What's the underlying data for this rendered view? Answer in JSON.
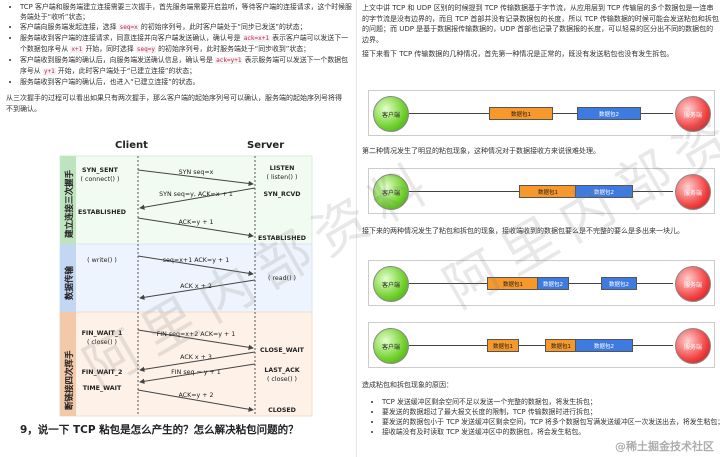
{
  "left": {
    "bullets": [
      {
        "pre": "TCP 客户端和服务端建立连接需要三次握手，首先服务端需要开启监听，等待客户端的连接请求，这个时候服务端处于“收听”状态；"
      },
      {
        "pre": "客户端向服务端发起连接，选择 ",
        "code1": "seq=x",
        "post": " 的初始序列号，此时客户端处于“同步已发送”的状态；"
      },
      {
        "pre": "服务端收到客户端的连接请求，同意连接并向客户端发送确认，确认号是 ",
        "code1": "ack=x+1",
        "mid": " 表示客户端可以发送下一个数据包序号从 ",
        "code2": "x+1",
        "mid2": " 开始，同时选择 ",
        "code3": "seq=y",
        "post": " 的初始序列号，此时服务端处于“同步收到”状态；"
      },
      {
        "pre": "客户端收到服务端的确认后，向服务端发送确认信息，确认号是 ",
        "code1": "ack=y+1",
        "mid": " 表示服务端可以发送下一个数据包序号从 ",
        "code2": "y+1",
        "post": " 开始，此时客户端处于“已建立连接”的状态；"
      },
      {
        "pre": "服务端收到客户端的确认后，也进入“已建立连接”的状态。"
      }
    ],
    "para": "从三次握手的过程可以看出如果只有两次握手，那么客户端的起始序列号可以确认，服务端的起始序列号将得不到确认。",
    "diagram": {
      "client": "Client",
      "server": "Server",
      "phases": [
        "建立连接三次握手",
        "数据传输",
        "断链接四次挥手"
      ],
      "left_states": [
        "SYN_SENT",
        "( connect() )",
        "ESTABLISHED",
        "( write() )",
        "FIN_WAIT_1",
        "( close() )",
        "FIN_WAIT_2",
        "TIME_WAIT"
      ],
      "right_states": [
        "LISTEN",
        "( listen() )",
        "SYN_RCVD",
        "ESTABLISHED",
        "( read() )",
        "CLOSE_WAIT",
        "LAST_ACK",
        "( close() )",
        "CLOSED"
      ],
      "messages": [
        "SYN seq=x",
        "SYN seq=y, ACK=x + 1",
        "ACK=y + 1",
        "seq=x+1 ACK=y + 1",
        "ACK x + 2",
        "FIN seq=x+2 ACK=y + 1",
        "ACK x + 3",
        "FIN seq = y + 1",
        "ACK=y + 2"
      ]
    },
    "heading": "9，说一下 TCP 粘包是怎么产生的？怎么解决粘包问题的？"
  },
  "right": {
    "p1": "上文中讲 TCP 和 UDP 区别的时候提到 TCP 传输数据基于字节流，从应用层到 TCP 传输层的多个数据包是一连串的字节流是没有边界的，而且 TCP 首部并没有记录数据包的长度，所以 TCP 传输数据的时候可能会发送粘包和拆包的问题；而 UDP 是基于数据报传输数据的，UDP 首部也记录了数据报的长度，可以轻易的区分出不同的数据包的边界。",
    "p2": "接下来看下 TCP 传输数据的几种情况，首先第一种情况是正常的，既没有发送粘包也没有发生拆包。",
    "p3": "第二种情况发生了明显的粘包现象，这种情况对于数据接收方来说很难处理。",
    "p4": "接下来的两种情况发生了粘包和拆包的现象，接收端收到的数据包要么是不完整的要么是多出来一块儿。",
    "client_label": "客户端",
    "server_label": "服务端",
    "pkt1": "数据包1",
    "pkt2": "数据包2",
    "causes_title": "造成粘包和拆包现象的原因：",
    "causes": [
      "TCP 发送缓冲区剩余空间不足以发送一个完整的数据包，将发生拆包；",
      "要发送的数据超过了最大报文长度的限制，TCP 传输数据时进行拆包；",
      "要发送的数据包小于 TCP 发送缓冲区剩余空间，TCP 将多个数据包写满发送缓冲区一次发送出去，将发生粘包；",
      "接收端没有及时读取 TCP 发送缓冲区中的数据包，将会发生粘包。"
    ],
    "watermark_footer": "@稀土掘金技术社区"
  }
}
